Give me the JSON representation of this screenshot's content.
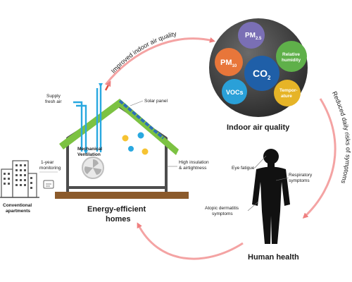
{
  "house": {
    "supply_air_line1": "Supply",
    "supply_air_line2": "fresh air",
    "solar_panel": "Solar panel",
    "ventilation_line1": "Mechanical",
    "ventilation_line2": "Ventilation",
    "insulation_line1": "High insulation",
    "insulation_line2": "& airtightness",
    "title_line1": "Energy-efficient",
    "title_line2": "homes"
  },
  "apartments": {
    "label_line1": "Conventional",
    "label_line2": "apartments",
    "monitoring_line1": "1-year",
    "monitoring_line2": "monitoring"
  },
  "iaq": {
    "title": "Indoor air quality",
    "pm25": "PM",
    "pm25_sub": "2.5",
    "pm10": "PM",
    "pm10_sub": "10",
    "co2": "CO",
    "co2_sub": "2",
    "humidity_line1": "Relative",
    "humidity_line2": "humidity",
    "vocs": "VOCs",
    "temp_line1": "Tempor-",
    "temp_line2": "ature"
  },
  "health": {
    "title": "Human health",
    "eye_fatigue": "Eye fatigue",
    "respiratory_line1": "Respiratory",
    "respiratory_line2": "symptoms",
    "atopic_line1": "Atopic dermatitis",
    "atopic_line2": "symptoms"
  },
  "flows": {
    "improved_iaq": "Improved indoor air quality",
    "reduced_risks": "Reduced daily risks of symptoms"
  },
  "colors": {
    "arrow": "#f08a8a",
    "roof": "#7cc242",
    "house_wall": "#5a5a5a",
    "ground": "#8b5a2b",
    "sky_blue": "#29a8e0",
    "sphere_dark": "#2e2e2e",
    "pm25": "#7a6fb5",
    "pm10": "#e8763a",
    "co2": "#1f5fa8",
    "humidity": "#5fb04a",
    "vocs": "#2aa0d8",
    "temperature": "#e6b427"
  }
}
